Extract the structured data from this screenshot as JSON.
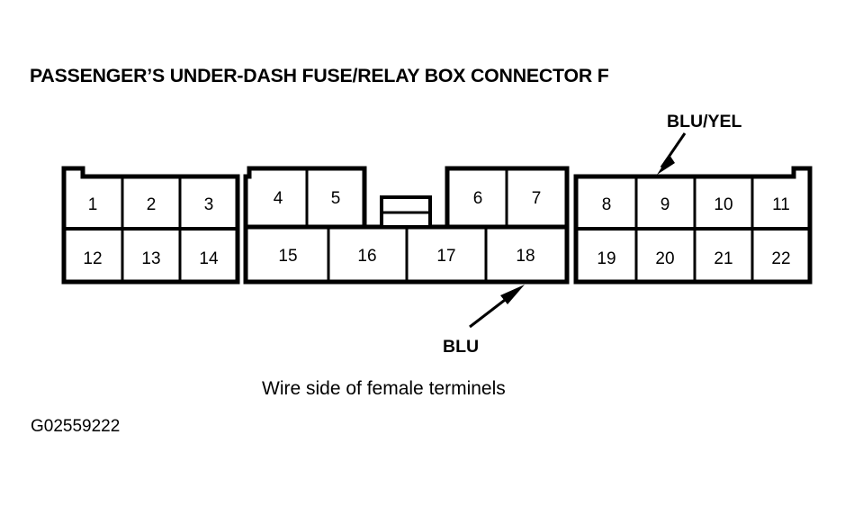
{
  "title": "PASSENGER’S UNDER-DASH FUSE/RELAY BOX CONNECTOR F",
  "caption": "Wire side of female terminels",
  "figure_id": "G02559222",
  "annotations": {
    "blu_yel": {
      "label": "BLU/YEL",
      "points_to_pin": "9"
    },
    "blu": {
      "label": "BLU",
      "points_to_pin": "18"
    }
  },
  "connector": {
    "name": "Connector F",
    "total_pins": 22,
    "sections": [
      {
        "name": "left-section",
        "top_row": [
          "1",
          "2",
          "3"
        ],
        "bottom_row": [
          "12",
          "13",
          "14"
        ]
      },
      {
        "name": "middle-section",
        "top_row": [
          "4",
          "5",
          "6",
          "7"
        ],
        "bottom_row": [
          "15",
          "16",
          "17",
          "18"
        ]
      },
      {
        "name": "right-section",
        "top_row": [
          "8",
          "9",
          "10",
          "11"
        ],
        "bottom_row": [
          "19",
          "20",
          "21",
          "22"
        ]
      }
    ]
  },
  "pins": {
    "p1": "1",
    "p2": "2",
    "p3": "3",
    "p4": "4",
    "p5": "5",
    "p6": "6",
    "p7": "7",
    "p8": "8",
    "p9": "9",
    "p10": "10",
    "p11": "11",
    "p12": "12",
    "p13": "13",
    "p14": "14",
    "p15": "15",
    "p16": "16",
    "p17": "17",
    "p18": "18",
    "p19": "19",
    "p20": "20",
    "p21": "21",
    "p22": "22"
  },
  "colors": {
    "ink": "#000000",
    "background": "#ffffff"
  }
}
